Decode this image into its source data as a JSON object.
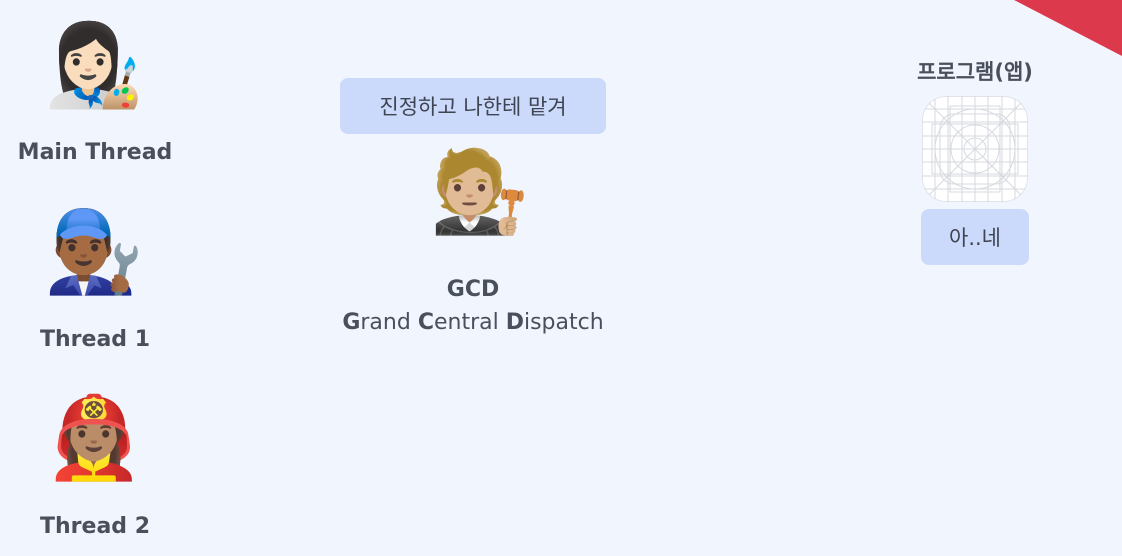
{
  "main_thread": {
    "emoji": "👩🏻‍🎨",
    "label": "Main Thread"
  },
  "thread1": {
    "emoji": "👨🏾‍🔧",
    "label": "Thread 1"
  },
  "thread2": {
    "emoji": "👩🏽‍🚒",
    "label": "Thread 2"
  },
  "gcd": {
    "speech": "진정하고 나한테 맡겨",
    "emoji": "🧑🏼‍⚖️",
    "title": "GCD",
    "subtitle_parts": [
      {
        "bold": "G",
        "rest": "rand "
      },
      {
        "bold": "C",
        "rest": "entral "
      },
      {
        "bold": "D",
        "rest": "ispatch"
      }
    ]
  },
  "app": {
    "title": "프로그램(앱)",
    "reply": "아..네"
  },
  "colors": {
    "background": "#f1f5fe",
    "bubble": "#cbd9fa",
    "accent": "#dc3a4c"
  },
  "icons": {
    "app_icon": "app-icon-template-grid"
  }
}
